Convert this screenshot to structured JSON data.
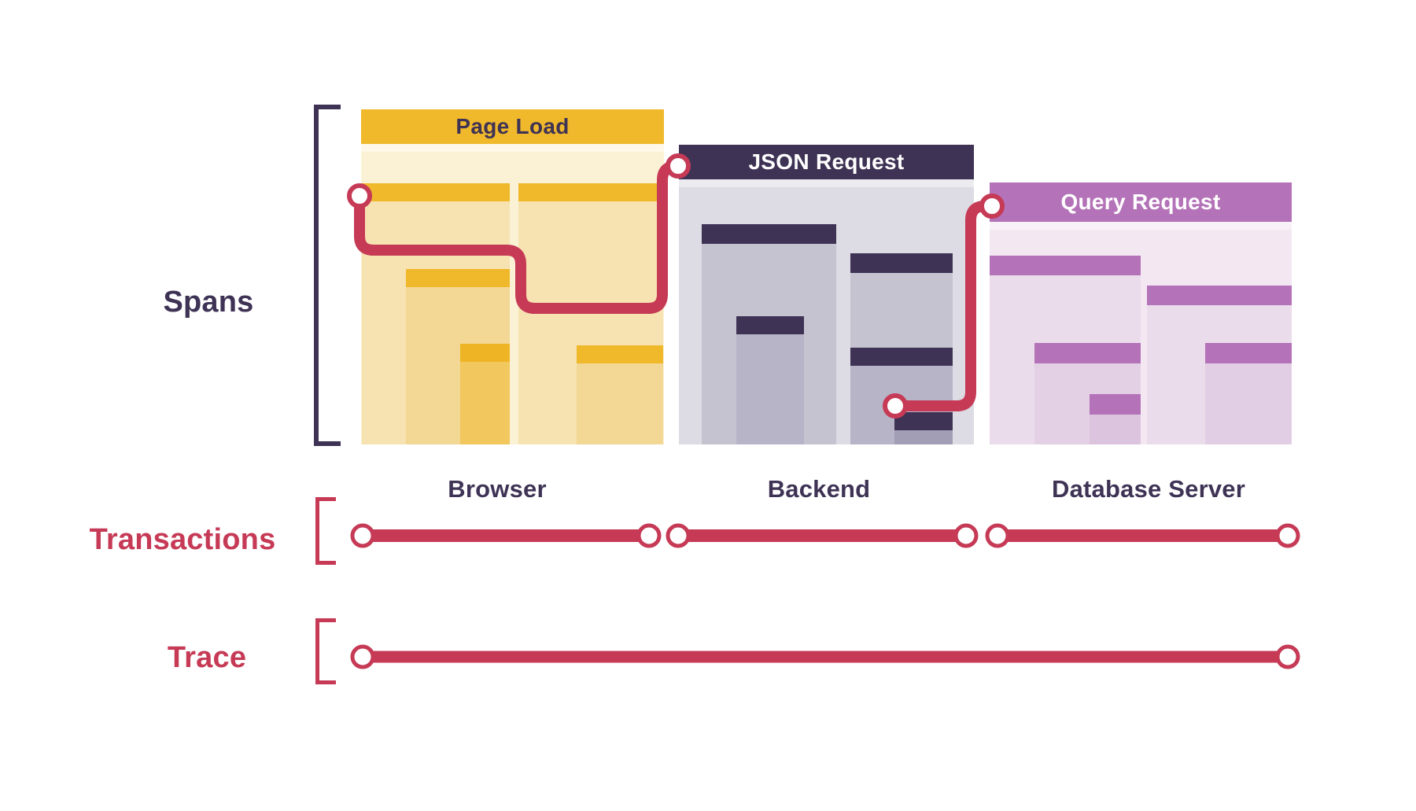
{
  "diagram": {
    "row_labels": {
      "spans": "Spans",
      "transactions": "Transactions",
      "trace": "Trace"
    },
    "columns": [
      {
        "label": "Browser",
        "transaction_title": "Page Load"
      },
      {
        "label": "Backend",
        "transaction_title": "JSON Request"
      },
      {
        "label": "Database Server",
        "transaction_title": "Query Request"
      }
    ],
    "colors": {
      "gold": "#F0B82B",
      "navy": "#3E3355",
      "orchid": "#B473B8",
      "crimson": "#C63A56"
    }
  }
}
